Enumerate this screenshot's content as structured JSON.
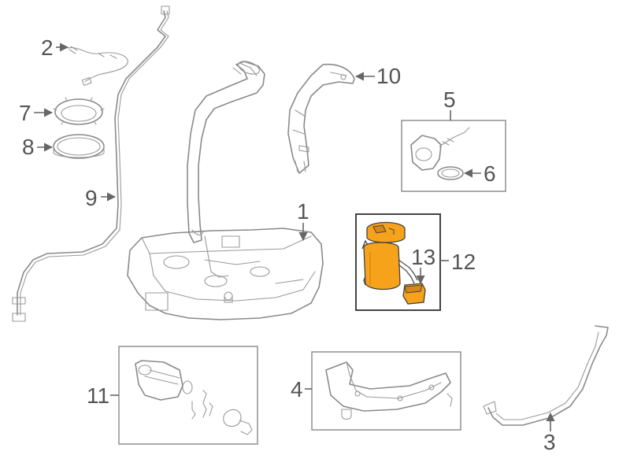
{
  "diagram": {
    "highlight_color": "#f7a21b",
    "line_color": "#8a8a8a",
    "callouts": [
      {
        "id": "1",
        "label": "1"
      },
      {
        "id": "2",
        "label": "2"
      },
      {
        "id": "3",
        "label": "3"
      },
      {
        "id": "4",
        "label": "4"
      },
      {
        "id": "5",
        "label": "5"
      },
      {
        "id": "6",
        "label": "6"
      },
      {
        "id": "7",
        "label": "7"
      },
      {
        "id": "8",
        "label": "8"
      },
      {
        "id": "9",
        "label": "9"
      },
      {
        "id": "10",
        "label": "10"
      },
      {
        "id": "11",
        "label": "11"
      },
      {
        "id": "12",
        "label": "12"
      },
      {
        "id": "13",
        "label": "13"
      }
    ]
  }
}
